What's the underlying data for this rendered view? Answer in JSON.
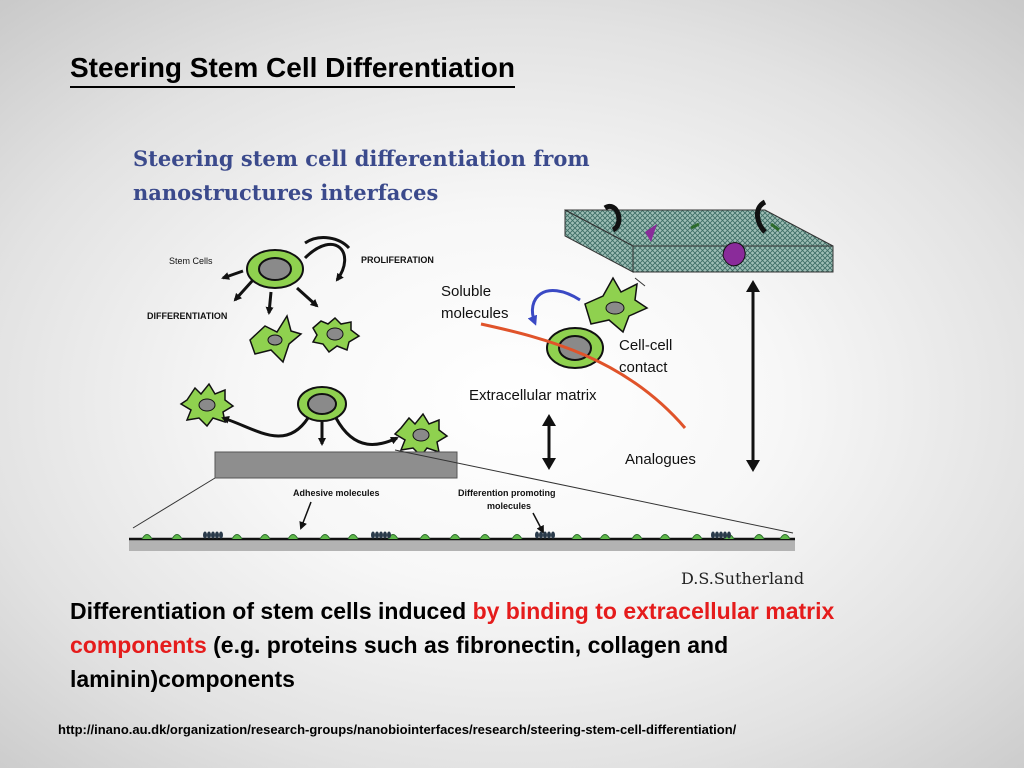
{
  "slide": {
    "title": "Steering Stem Cell Differentiation",
    "url": "http://inano.au.dk/organization/research-groups/nanobiointerfaces/research/steering-stem-cell-differentiation/"
  },
  "figure": {
    "title_line1": "Steering stem cell differentiation from",
    "title_line2": "nanostructures interfaces",
    "stem_cells": "Stem Cells",
    "proliferation": "PROLIFERATION",
    "differentiation": "DIFFERENTIATION",
    "soluble_1": "Soluble",
    "soluble_2": "molecules",
    "cellcell_1": "Cell-cell",
    "cellcell_2": "contact",
    "ecm": "Extracellular matrix",
    "analogues": "Analogues",
    "adhesive": "Adhesive molecules",
    "promoting_1": "Differention promoting",
    "promoting_2": "molecules",
    "credit": "D.S.Sutherland",
    "colors": {
      "cell_fill": "#8fd14f",
      "nucleus_fill": "#8a8a8a",
      "ecm_curve": "#e0532a",
      "soluble_arrow": "#3a49c4",
      "substrate": "#8e8e8e",
      "membrane": "#4a9a8a"
    }
  },
  "caption": {
    "part1": "Differentiation of stem cells induced ",
    "highlight": "by binding to extracellular matrix components",
    "part2": " (e.g. proteins such as fibronectin, collagen and laminin)components"
  }
}
